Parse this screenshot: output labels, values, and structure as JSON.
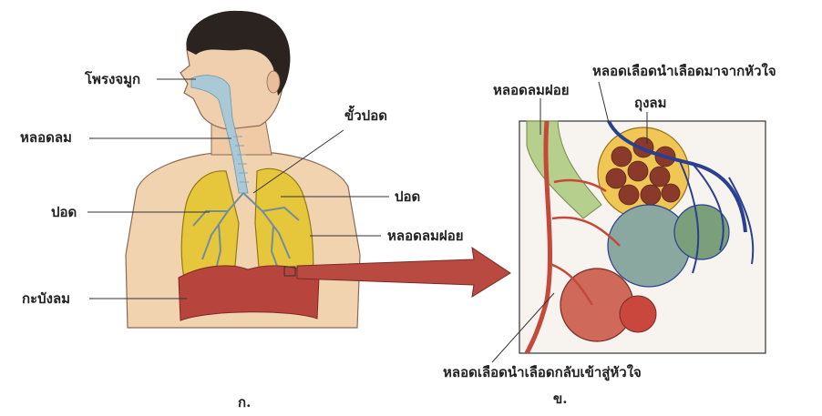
{
  "figure_a": {
    "caption": "ก.",
    "labels": {
      "nasal_cavity": "โพรงจมูก",
      "trachea": "หลอดลม",
      "lung_left": "ปอด",
      "diaphragm": "กะบังลม",
      "hilum": "ขั้วปอด",
      "lung_right": "ปอด",
      "bronchiole": "หลอดลมฝอย"
    }
  },
  "figure_b": {
    "caption": "ข.",
    "labels": {
      "bronchiole": "หลอดลมฝอย",
      "vessel_from_heart": "หลอดเลือดนำเลือดมาจากหัวใจ",
      "alveolus": "ถุงลม",
      "vessel_to_heart": "หลอดเลือดนำเลือดกลับเข้าสู่หัวใจ"
    }
  },
  "colors": {
    "lung": "#e6c63a",
    "airway": "#a9c9d6",
    "diaphragm": "#b8443e",
    "artery_blue": "#2a3f8f",
    "vein_red": "#c4493a",
    "skin": "#f2d3b0",
    "arrow": "#b84a42"
  }
}
